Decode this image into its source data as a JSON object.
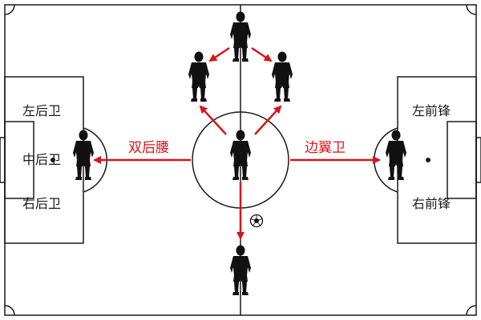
{
  "labels": {
    "left_back": "左后卫",
    "center_back": "中后卫",
    "right_back": "右后卫",
    "double_pivot": "双后腰",
    "wing_back": "边翼卫",
    "left_forward": "左前锋",
    "right_forward": "右前锋"
  },
  "icons": {
    "player": "player-silhouette-icon",
    "ball": "soccer-ball-icon"
  },
  "colors": {
    "arrow": "#d9141b",
    "line": "#1a1a1a",
    "player": "#111111",
    "pitch": "#ffffff"
  }
}
